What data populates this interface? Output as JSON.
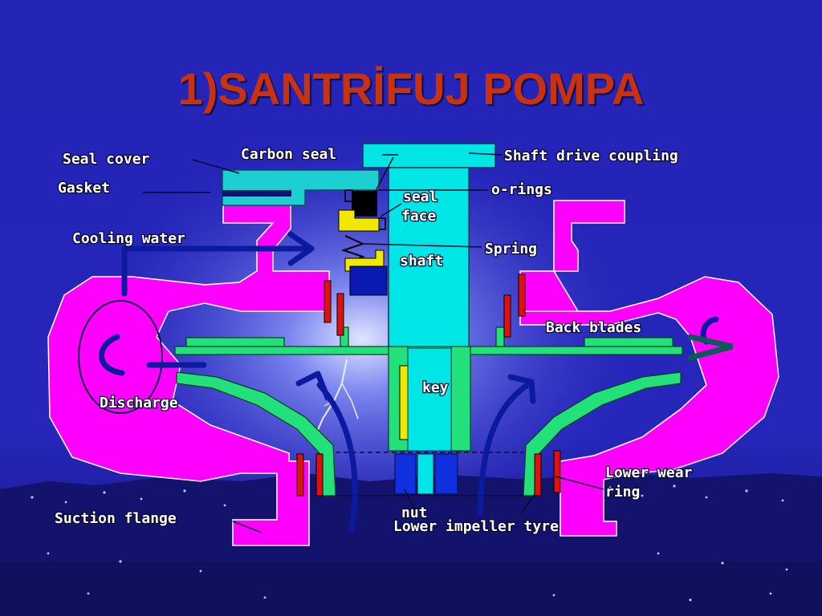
{
  "title": "1)SANTRİFUJ POMPA",
  "labels": {
    "carbon_seal": "Carbon seal",
    "shaft_drive_coupling": "Shaft drive coupling",
    "seal_cover": "Seal cover",
    "gasket": "Gasket",
    "seal": "seal",
    "face": "face",
    "o_rings": "o-rings",
    "cooling_water": "Cooling water",
    "spring": "Spring",
    "shaft": "shaft",
    "back_blades": "Back blades",
    "key": "key",
    "discharge": "Discharge",
    "lower_wear": "Lower wear",
    "ring": "ring",
    "suction_flange": "Suction flange",
    "nut": "nut",
    "lower_impeller_tyre": "Lower impeller tyre"
  },
  "colors": {
    "background": "#1f1fb4",
    "casing": "#ff00ff",
    "shaft": "#00e5e5",
    "impeller_shroud": "#22e07a",
    "wear_ring": "#e01010",
    "seal_parts": "#f0e800",
    "title": "#c8320e",
    "flow_arrow": "#0c1aa0"
  }
}
